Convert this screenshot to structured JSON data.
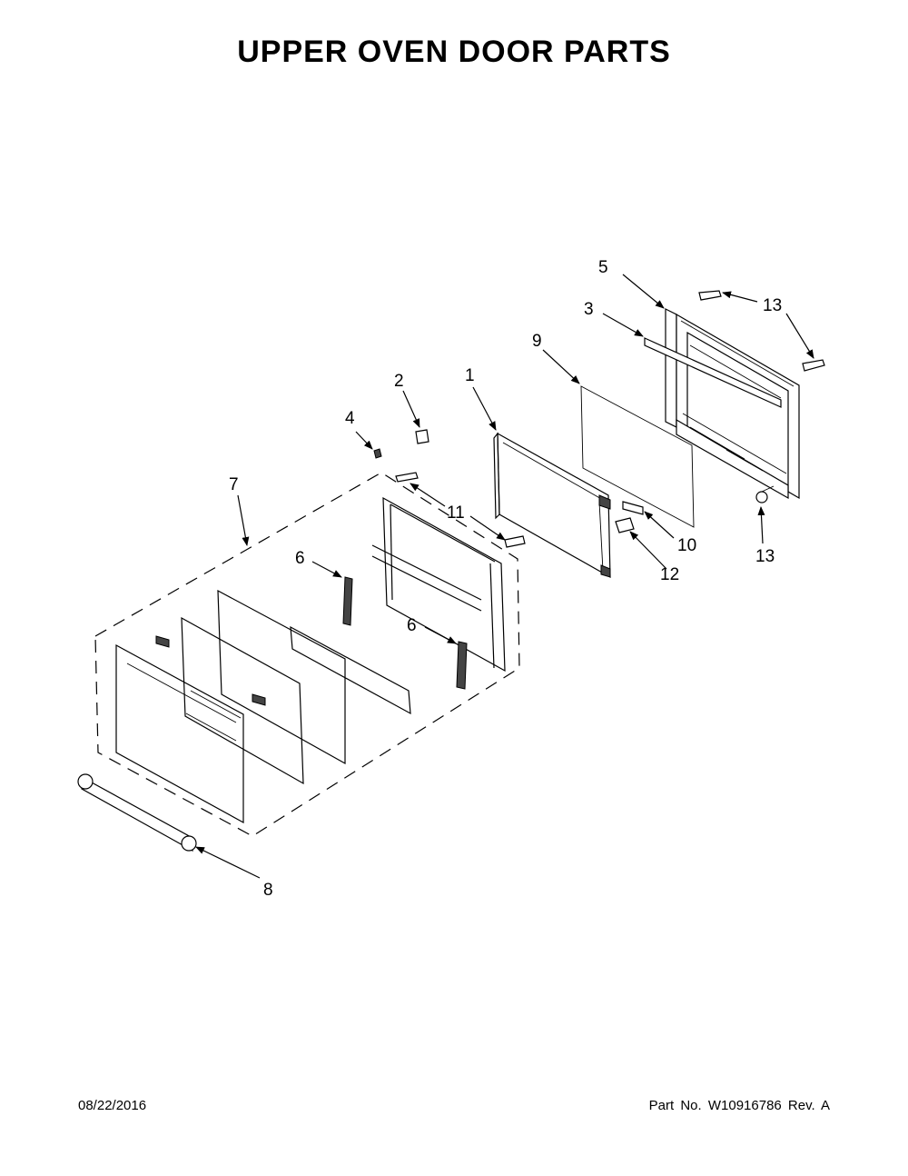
{
  "title": "UPPER OVEN DOOR PARTS",
  "callouts": [
    "1",
    "2",
    "3",
    "4",
    "5",
    "6",
    "6",
    "7",
    "8",
    "9",
    "10",
    "11",
    "12",
    "13",
    "13"
  ],
  "footer": {
    "date": "08/22/2016",
    "part_number": "Part No.  W10916786  Rev.  A"
  }
}
